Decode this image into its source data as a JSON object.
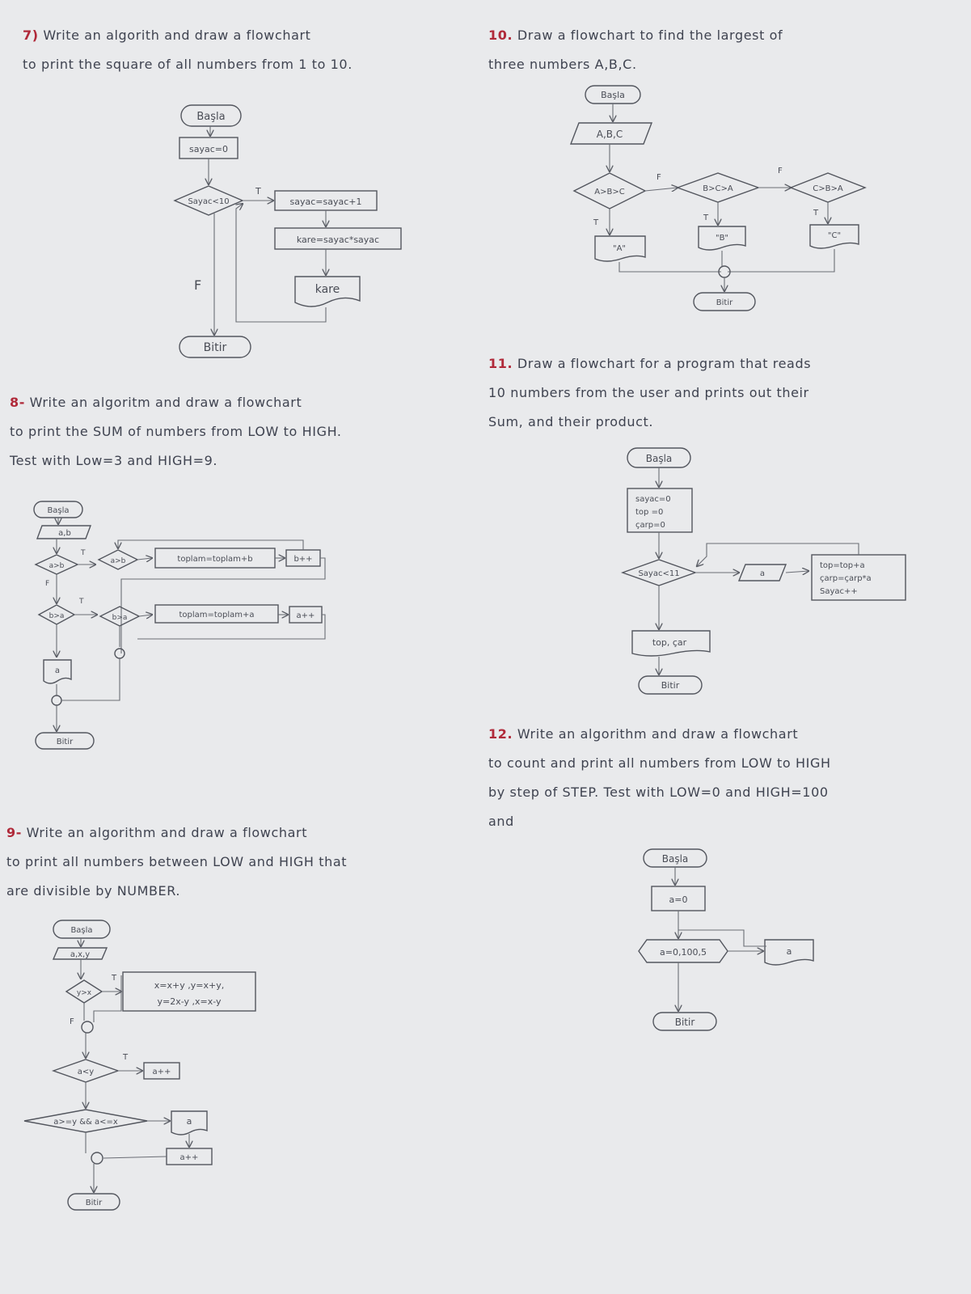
{
  "q7": {
    "title_num": "7)",
    "title_lines": [
      "Write an algorith and draw a flowchart",
      "to print the square of all numbers from 1 to 10."
    ],
    "chart": {
      "start": "Başla",
      "init": "sayac=0",
      "cond": "Sayac<10",
      "true_label": "T",
      "false_label": "F",
      "increment": "sayac=sayac+1",
      "square": "kare=sayac*sayac",
      "output": "kare",
      "end": "Bitir"
    }
  },
  "q8": {
    "title_num": "8-",
    "title_lines": [
      "Write an algoritm and draw a flowchart",
      "to print the SUM of numbers from LOW to HIGH.",
      "Test with Low=3 and HIGH=9."
    ],
    "chart": {
      "start": "Başla",
      "input": "a,b",
      "cond1": "a>b",
      "cond1b": "a>b",
      "cond2": "b>a",
      "cond2b": "b>a",
      "true_label": "T",
      "false_label": "F",
      "sum_b": "toplam=toplam+b",
      "inc_b": "b++",
      "sum_a": "toplam=toplam+a",
      "inc_a": "a++",
      "output": "a",
      "end": "Bitir"
    }
  },
  "q9": {
    "title_num": "9-",
    "title_lines": [
      "Write an algorithm and draw a flowchart",
      "to print all numbers between LOW and HIGH that",
      "are divisible by NUMBER."
    ],
    "chart": {
      "start": "Başla",
      "input": "a,x,y",
      "cond1": "y>x",
      "true_label": "T",
      "false_label": "F",
      "swap1": "x=x+y ,y=x+y,",
      "swap2": "y=2x-y ,x=x-y",
      "cond2": "a<y",
      "inc": "a++",
      "cond3": "a>=y && a<=x",
      "output": "a",
      "inc2": "a++",
      "end": "Bitir"
    }
  },
  "q10": {
    "title_num": "10.",
    "title_lines": [
      "Draw a flowchart to find the largest of",
      "three numbers A,B,C."
    ],
    "chart": {
      "start": "Başla",
      "input": "A,B,C",
      "cond1": "A>B>C",
      "cond2": "B>C>A",
      "cond3": "C>B>A",
      "true_label": "T",
      "false_label": "F",
      "out_a": "\"A\"",
      "out_b": "\"B\"",
      "out_c": "\"C\"",
      "end": "Bitir"
    }
  },
  "q11": {
    "title_num": "11.",
    "title_lines": [
      "Draw a flowchart for a program that reads",
      "10 numbers from the user and prints out their",
      "Sum, and their product."
    ],
    "chart": {
      "start": "Başla",
      "init": [
        "sayac=0",
        "top =0",
        "çarp=0"
      ],
      "cond": "Sayac<11",
      "input": "a",
      "body": [
        "top=top+a",
        "çarp=çarp*a",
        "Sayac++"
      ],
      "output": "top, çar",
      "end": "Bitir"
    }
  },
  "q12": {
    "title_num": "12.",
    "title_lines": [
      "Write an algorithm and draw a flowchart",
      "to count and print all numbers from LOW to HIGH",
      "by step of STEP. Test with LOW=0 and HIGH=100",
      "and"
    ],
    "chart": {
      "start": "Başla",
      "init": "a=0",
      "loop": "a=0,100,5",
      "output": "a",
      "end": "Bitir"
    }
  }
}
